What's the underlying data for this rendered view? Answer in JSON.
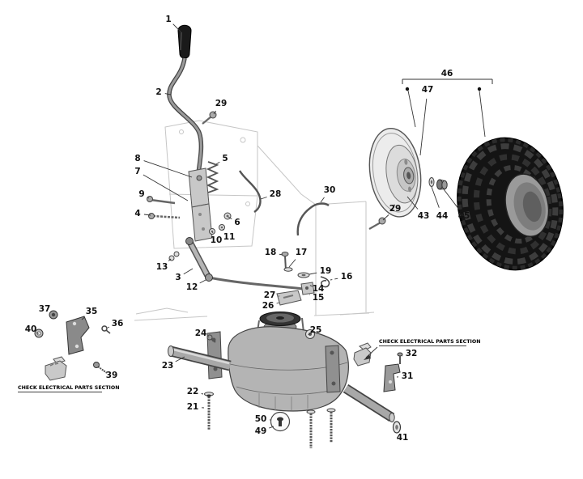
{
  "diagram": {
    "notes": [
      {
        "id": "left",
        "text": "CHECK ELECTRICAL PARTS SECTION"
      },
      {
        "id": "right",
        "text": "CHECK ELECTRICAL PARTS SECTION"
      }
    ],
    "callouts": [
      {
        "label": "1",
        "t": [
          208,
          24
        ],
        "p": [
          224,
          40
        ]
      },
      {
        "label": "2",
        "t": [
          196,
          114
        ],
        "p": [
          211,
          117
        ]
      },
      {
        "label": "29",
        "t": [
          273,
          128
        ],
        "p": [
          264,
          141
        ]
      },
      {
        "label": "8",
        "t": [
          170,
          196
        ],
        "p": [
          237,
          219
        ]
      },
      {
        "label": "7",
        "t": [
          170,
          212
        ],
        "p": [
          232,
          248
        ]
      },
      {
        "label": "9",
        "t": [
          175,
          240
        ],
        "p": [
          184,
          245
        ]
      },
      {
        "label": "4",
        "t": [
          170,
          264
        ],
        "p": [
          186,
          266
        ]
      },
      {
        "label": "5",
        "t": [
          278,
          196
        ],
        "p": [
          267,
          203
        ]
      },
      {
        "label": "6",
        "t": [
          293,
          275
        ],
        "p": [
          282,
          268
        ]
      },
      {
        "label": "11",
        "t": [
          283,
          293
        ],
        "p": [
          275,
          283
        ]
      },
      {
        "label": "10",
        "t": [
          267,
          297
        ],
        "p": [
          263,
          288
        ]
      },
      {
        "label": "28",
        "t": [
          340,
          240
        ],
        "p": [
          322,
          246
        ]
      },
      {
        "label": "30",
        "t": [
          407,
          235
        ],
        "p": [
          396,
          250
        ]
      },
      {
        "label": "29",
        "t": [
          488,
          258
        ],
        "p": [
          473,
          272
        ]
      },
      {
        "label": "13",
        "t": [
          200,
          330
        ],
        "p": [
          211,
          320
        ]
      },
      {
        "label": "3",
        "t": [
          220,
          343
        ],
        "p": [
          238,
          332
        ]
      },
      {
        "label": "12",
        "t": [
          237,
          355
        ],
        "p": [
          254,
          346
        ]
      },
      {
        "label": "18",
        "t": [
          334,
          312
        ],
        "p": [
          349,
          315
        ]
      },
      {
        "label": "17",
        "t": [
          372,
          312
        ],
        "p": [
          357,
          330
        ]
      },
      {
        "label": "19",
        "t": [
          402,
          335
        ],
        "p": [
          382,
          339
        ]
      },
      {
        "label": "16",
        "t": [
          428,
          342
        ],
        "p": [
          408,
          346
        ],
        "dashed": true
      },
      {
        "label": "27",
        "t": [
          333,
          365
        ],
        "p": [
          345,
          366
        ]
      },
      {
        "label": "26",
        "t": [
          331,
          378
        ],
        "p": [
          345,
          374
        ]
      },
      {
        "label": "14",
        "t": [
          393,
          357
        ],
        "p": [
          386,
          354
        ]
      },
      {
        "label": "15",
        "t": [
          393,
          368
        ],
        "p": [
          382,
          364
        ]
      },
      {
        "label": "25",
        "t": [
          390,
          408
        ],
        "p": [
          385,
          411
        ]
      },
      {
        "label": "24",
        "t": [
          248,
          412
        ],
        "p": [
          257,
          416
        ]
      },
      {
        "label": "23",
        "t": [
          207,
          452
        ],
        "p": [
          228,
          441
        ]
      },
      {
        "label": "37",
        "t": [
          55,
          382
        ],
        "p": [
          64,
          388
        ]
      },
      {
        "label": "35",
        "t": [
          113,
          385
        ],
        "p": [
          101,
          395
        ]
      },
      {
        "label": "40",
        "t": [
          38,
          407
        ],
        "p": [
          45,
          411
        ]
      },
      {
        "label": "36",
        "t": [
          145,
          400
        ],
        "p": [
          133,
          405
        ]
      },
      {
        "label": "39",
        "t": [
          138,
          464
        ],
        "p": [
          128,
          458
        ]
      },
      {
        "label": "22",
        "t": [
          238,
          484
        ],
        "p": [
          251,
          487
        ]
      },
      {
        "label": "21",
        "t": [
          238,
          503
        ],
        "p": [
          252,
          504
        ]
      },
      {
        "label": "50",
        "t": [
          322,
          518
        ],
        "p": [
          334,
          519
        ]
      },
      {
        "label": "49",
        "t": [
          322,
          533
        ],
        "p": [
          338,
          527
        ]
      },
      {
        "label": "41",
        "t": [
          497,
          541
        ],
        "p": [
          491,
          532
        ]
      },
      {
        "label": "43",
        "t": [
          523,
          267
        ],
        "p": [
          503,
          243
        ]
      },
      {
        "label": "44",
        "t": [
          546,
          267
        ],
        "p": [
          533,
          231
        ]
      },
      {
        "label": "45",
        "t": [
          573,
          267
        ],
        "p": [
          548,
          234
        ]
      },
      {
        "label": "47",
        "t": [
          528,
          111
        ],
        "p": [
          519,
          192
        ]
      },
      {
        "label": "46",
        "t": [
          552,
          91
        ]
      },
      {
        "label": "32",
        "t": [
          508,
          437
        ],
        "p": [
          497,
          440
        ]
      },
      {
        "label": "31",
        "t": [
          503,
          465
        ],
        "p": [
          490,
          466
        ]
      }
    ]
  }
}
